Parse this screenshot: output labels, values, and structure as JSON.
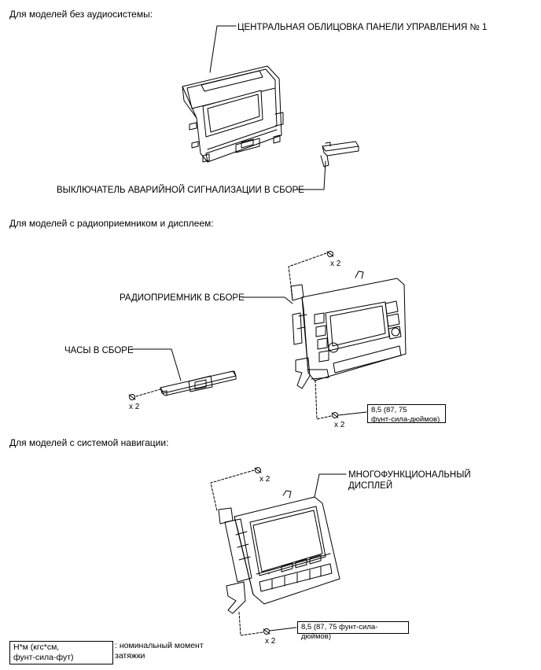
{
  "sections": {
    "no_audio": "Для моделей без аудиосистемы:",
    "radio_display": "Для моделей с радиоприемником и дисплеем:",
    "navigation": "Для моделей с системой навигации:"
  },
  "labels": {
    "center_cluster": "ЦЕНТРАЛЬНАЯ ОБЛИЦОВКА ПАНЕЛИ УПРАВЛЕНИЯ № 1",
    "hazard_switch": "ВЫКЛЮЧАТЕЛЬ АВАРИЙНОЙ СИГНАЛИЗАЦИИ В СБОРЕ",
    "radio_receiver": "РАДИОПРИЕМНИК В СБОРЕ",
    "clock": "ЧАСЫ В СБОРЕ",
    "multi_display_line1": "МНОГОФУНКЦИОНАЛЬНЫЙ",
    "multi_display_line2": "ДИСПЛЕЙ"
  },
  "quantities": {
    "radio_top": "x 2",
    "radio_bottom": "x 2",
    "clock": "x 2",
    "nav_top": "x 2",
    "nav_bottom": "x 2"
  },
  "torque": {
    "radio_line1": "8,5 (87, 75",
    "radio_line2": "фунт-сила-дюймов)",
    "nav": "8,5 (87, 75 фунт-сила-дюймов)"
  },
  "legend": {
    "unit_line1": "Н*м (кгс*см,",
    "unit_line2": "фунт-сила-фут)",
    "desc_line1": ": номинальный момент",
    "desc_line2": "затяжки"
  }
}
